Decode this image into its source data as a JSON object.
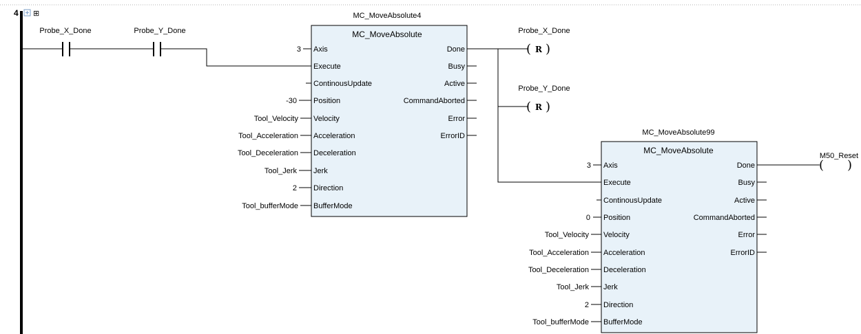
{
  "network": {
    "number": "4",
    "expand_symbol": "⊞"
  },
  "contacts": [
    {
      "label": "Probe_X_Done"
    },
    {
      "label": "Probe_Y_Done"
    }
  ],
  "blocks": [
    {
      "instance": "MC_MoveAbsolute4",
      "type": "MC_MoveAbsolute",
      "inputs": [
        {
          "pin": "Axis",
          "value": "3"
        },
        {
          "pin": "Execute",
          "value": ""
        },
        {
          "pin": "ContinousUpdate",
          "value": ""
        },
        {
          "pin": "Position",
          "value": "-30"
        },
        {
          "pin": "Velocity",
          "value": "Tool_Velocity"
        },
        {
          "pin": "Acceleration",
          "value": "Tool_Acceleration"
        },
        {
          "pin": "Deceleration",
          "value": "Tool_Deceleration"
        },
        {
          "pin": "Jerk",
          "value": "Tool_Jerk"
        },
        {
          "pin": "Direction",
          "value": "2"
        },
        {
          "pin": "BufferMode",
          "value": "Tool_bufferMode"
        }
      ],
      "outputs": [
        "Done",
        "Busy",
        "Active",
        "CommandAborted",
        "Error",
        "ErrorID"
      ]
    },
    {
      "instance": "MC_MoveAbsolute99",
      "type": "MC_MoveAbsolute",
      "inputs": [
        {
          "pin": "Axis",
          "value": "3"
        },
        {
          "pin": "Execute",
          "value": ""
        },
        {
          "pin": "ContinousUpdate",
          "value": ""
        },
        {
          "pin": "Position",
          "value": "0"
        },
        {
          "pin": "Velocity",
          "value": "Tool_Velocity"
        },
        {
          "pin": "Acceleration",
          "value": "Tool_Acceleration"
        },
        {
          "pin": "Deceleration",
          "value": "Tool_Deceleration"
        },
        {
          "pin": "Jerk",
          "value": "Tool_Jerk"
        },
        {
          "pin": "Direction",
          "value": "2"
        },
        {
          "pin": "BufferMode",
          "value": "Tool_bufferMode"
        }
      ],
      "outputs": [
        "Done",
        "Busy",
        "Active",
        "CommandAborted",
        "Error",
        "ErrorID"
      ]
    }
  ],
  "coils": [
    {
      "label": "Probe_X_Done",
      "symbol": "R"
    },
    {
      "label": "Probe_Y_Done",
      "symbol": "R"
    },
    {
      "label": "M50_Reset",
      "symbol": ""
    }
  ],
  "colors": {
    "block_fill": "#e8f2f9",
    "line": "#000000",
    "rail": "#000000",
    "separator": "#b0b0b0"
  }
}
